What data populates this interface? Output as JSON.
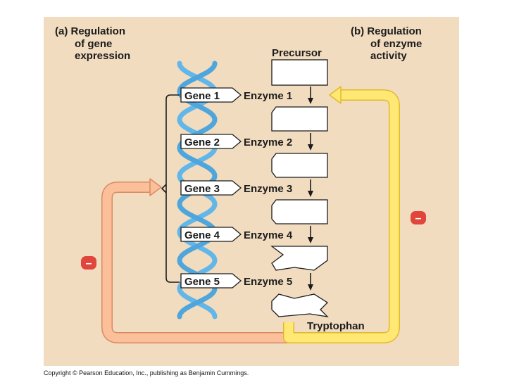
{
  "labels": {
    "part_a": [
      "(a) Regulation",
      "of gene",
      "expression"
    ],
    "part_b": [
      "(b) Regulation",
      "of enzyme",
      "activity"
    ],
    "precursor": "Precursor",
    "end_product": "Tryptophan",
    "inhibition_symbol": "–",
    "copyright": "Copyright © Pearson Education, Inc., publishing as Benjamin Cummings."
  },
  "genes": [
    "Gene 1",
    "Gene 2",
    "Gene 3",
    "Gene 4",
    "Gene 5"
  ],
  "enzymes": [
    "Enzyme 1",
    "Enzyme 2",
    "Enzyme 3",
    "Enzyme 4",
    "Enzyme 5"
  ],
  "colors": {
    "panel_background": "#f2dcc0",
    "dna_strand": "#63b7e8",
    "enzyme_feedback_arrow": "#ffe873",
    "enzyme_feedback_arrow_edge": "#e2b92c",
    "gene_feedback_arrow": "#fbbf9a",
    "gene_feedback_arrow_edge": "#d98a63",
    "inhibition_badge": "#e0463b"
  }
}
